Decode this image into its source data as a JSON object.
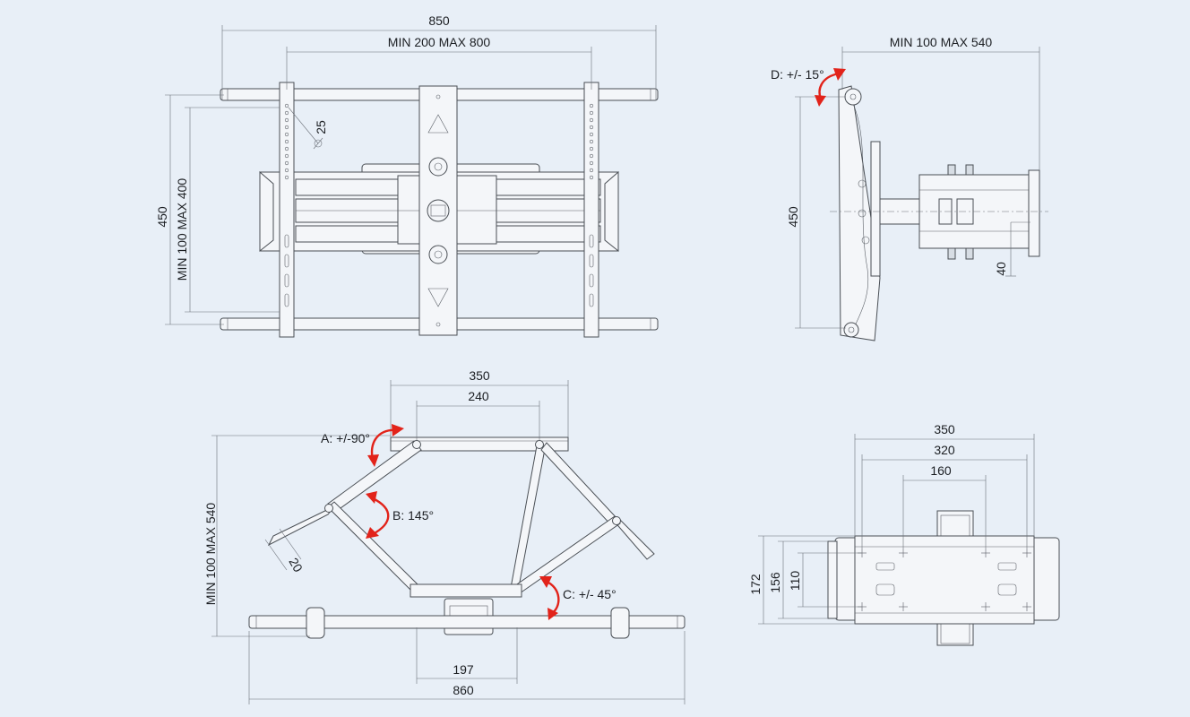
{
  "colors": {
    "background": "#e8eff7",
    "line": "#4a4f55",
    "accent": "#e2231a"
  },
  "front_view": {
    "dim_width": "850",
    "dim_vesa_h": "MIN 200 MAX 800",
    "dim_height": "450",
    "dim_vesa_v": "MIN 100 MAX 400",
    "dim_hole": "25"
  },
  "side_view": {
    "dim_extension": "MIN 100 MAX 540",
    "tilt": "D: +/- 15°",
    "dim_height": "450",
    "dim_depth": "40"
  },
  "top_view": {
    "dim_plate": "350",
    "dim_holes": "240",
    "rot_a": "A: +/-90°",
    "rot_b": "B: 145°",
    "rot_c": "C: +/- 45°",
    "dim_extension": "MIN 100 MAX 540",
    "dim_arm": "20",
    "dim_bracket": "197",
    "dim_width": "860"
  },
  "wall_view": {
    "dim_width": "350",
    "dim_holes": "320",
    "dim_center": "160",
    "dim_h1": "172",
    "dim_h2": "156",
    "dim_h3": "110"
  }
}
